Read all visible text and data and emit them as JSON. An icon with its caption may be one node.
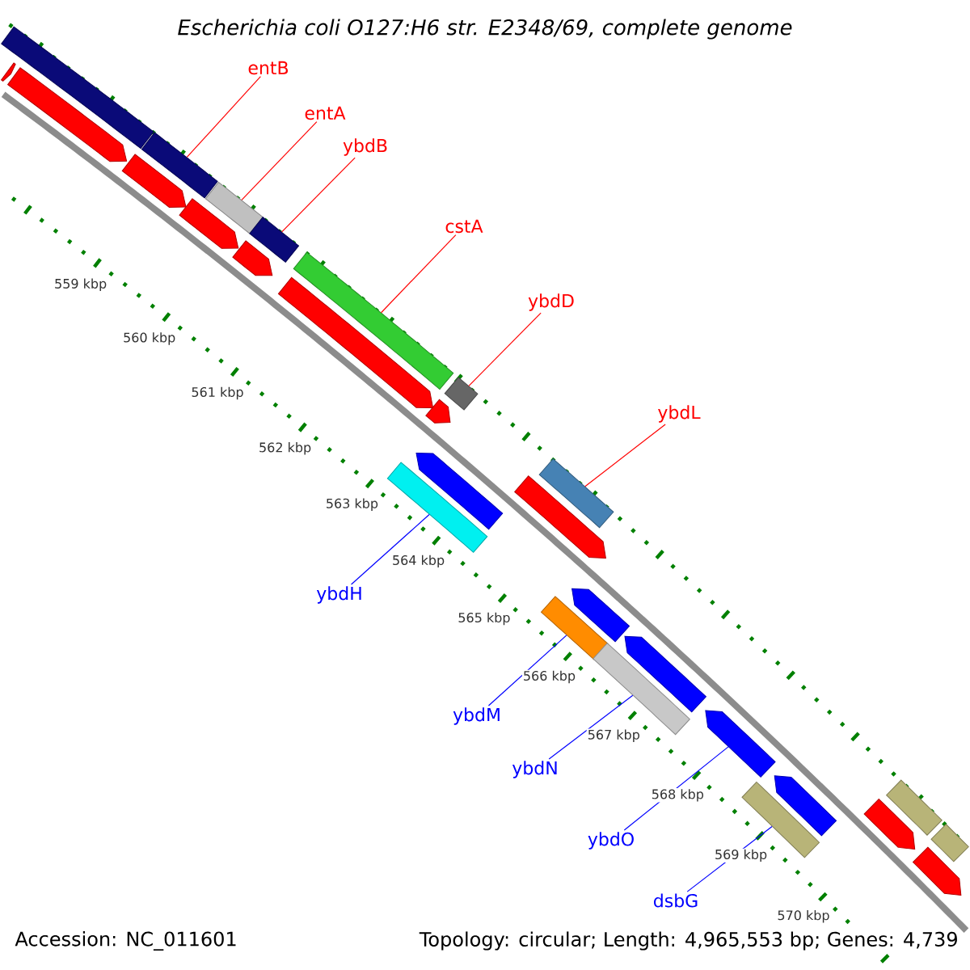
{
  "diagram": {
    "title": "Escherichia coli O127:H6 str. E2348/69, complete genome",
    "nodes": [
      {
        "text": [
          "entB"
        ]
      },
      {
        "text": [
          "entA"
        ]
      },
      {
        "text": [
          "ybdB"
        ]
      },
      {
        "text": [
          "cstA"
        ]
      },
      {
        "text": [
          "ybdD"
        ]
      },
      {
        "text": [
          "ybdL"
        ]
      },
      {
        "text": [
          "ybdH"
        ]
      },
      {
        "text": [
          "ybdM"
        ]
      },
      {
        "text": [
          "ybdN"
        ]
      },
      {
        "text": [
          "ybdO"
        ]
      },
      {
        "text": [
          "dsbG"
        ]
      },
      {
        "text": [],
        "shape": "bar"
      },
      {
        "text": [],
        "shape": "bar"
      },
      {
        "text": [],
        "shape": "bar"
      },
      {
        "text": [],
        "shape": "bar"
      },
      {
        "text": [],
        "shape": "bar"
      },
      {
        "text": [],
        "shape": "bar"
      },
      {
        "text": [],
        "shape": "bar"
      },
      {
        "text": [],
        "shape": "bar"
      },
      {
        "text": [],
        "shape": "bar"
      },
      {
        "text": [],
        "shape": "arrow"
      },
      {
        "text": [],
        "shape": "arrow"
      },
      {
        "text": [],
        "shape": "arrow"
      },
      {
        "text": [],
        "shape": "arrow"
      },
      {
        "text": [],
        "shape": "arrow"
      },
      {
        "text": [],
        "shape": "arrow"
      },
      {
        "text": [],
        "shape": "arrow"
      },
      {
        "text": [],
        "shape": "arrow"
      },
      {
        "text": [],
        "shape": "arrow"
      },
      {
        "text": [],
        "shape": "arrow"
      },
      {
        "text": [],
        "shape": "arrow"
      },
      {
        "text": [],
        "shape": "arrow"
      },
      {
        "text": [],
        "shape": "arrow"
      },
      {
        "text": [],
        "shape": "arrow"
      },
      {
        "text": [],
        "shape": "arrow"
      },
      {
        "text": [],
        "shape": "bar"
      },
      {
        "text": [],
        "shape": "bar"
      },
      {
        "text": [],
        "shape": "bar"
      },
      {
        "text": [],
        "shape": "bar"
      }
    ],
    "edges": [
      {
        "from": 0,
        "to": 12,
        "arrow": "none",
        "color": "#ff0000"
      },
      {
        "from": 1,
        "to": 13,
        "arrow": "none",
        "color": "#ff0000"
      },
      {
        "from": 2,
        "to": 14,
        "arrow": "none",
        "color": "#ff0000"
      },
      {
        "from": 3,
        "to": 15,
        "arrow": "none",
        "color": "#ff0000"
      },
      {
        "from": 4,
        "to": 16,
        "arrow": "none",
        "color": "#ff0000"
      },
      {
        "from": 5,
        "to": 17,
        "arrow": "none",
        "color": "#ff0000"
      },
      {
        "from": 6,
        "to": 35,
        "arrow": "none",
        "color": "#0000ff"
      },
      {
        "from": 7,
        "to": 36,
        "arrow": "none",
        "color": "#0000ff"
      },
      {
        "from": 8,
        "to": 37,
        "arrow": "none",
        "color": "#0000ff"
      },
      {
        "from": 9,
        "to": 33,
        "arrow": "none",
        "color": "#0000ff"
      },
      {
        "from": 10,
        "to": 38,
        "arrow": "none",
        "color": "#0000ff"
      }
    ],
    "labels": [
      "559 kbp",
      "560 kbp",
      "561 kbp",
      "562 kbp",
      "563 kbp",
      "564 kbp",
      "565 kbp",
      "566 kbp",
      "567 kbp",
      "568 kbp",
      "569 kbp",
      "570 kbp",
      "Accession: NC_011601",
      "Topology: circular; Length: 4,965,553 bp; Genes: 4,739"
    ]
  }
}
